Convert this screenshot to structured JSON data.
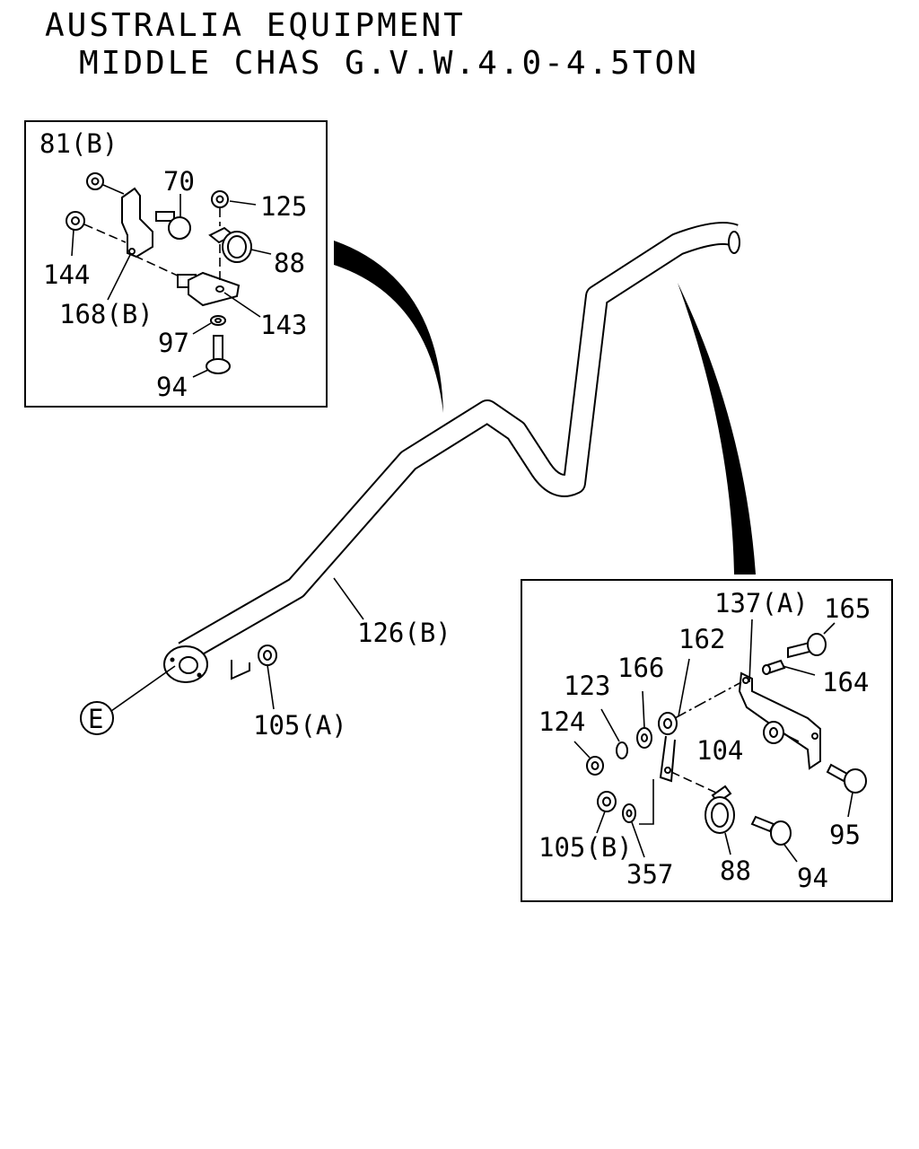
{
  "title": {
    "line1": "AUSTRALIA EQUIPMENT",
    "line2": "MIDDLE CHAS G.V.W.4.0-4.5TON"
  },
  "left_inset": {
    "labels": {
      "p81b": "81(B)",
      "p70": "70",
      "p125": "125",
      "p88": "88",
      "p144": "144",
      "p168b": "168(B)",
      "p143": "143",
      "p97": "97",
      "p94": "94"
    }
  },
  "main": {
    "labels": {
      "p126b": "126(B)",
      "p105a": "105(A)",
      "connector_e": "E"
    }
  },
  "right_inset": {
    "labels": {
      "p137a": "137(A)",
      "p165": "165",
      "p162": "162",
      "p166": "166",
      "p164": "164",
      "p123": "123",
      "p124": "124",
      "p104": "104",
      "p95": "95",
      "p105b": "105(B)",
      "p357": "357",
      "p88": "88",
      "p94": "94"
    }
  }
}
